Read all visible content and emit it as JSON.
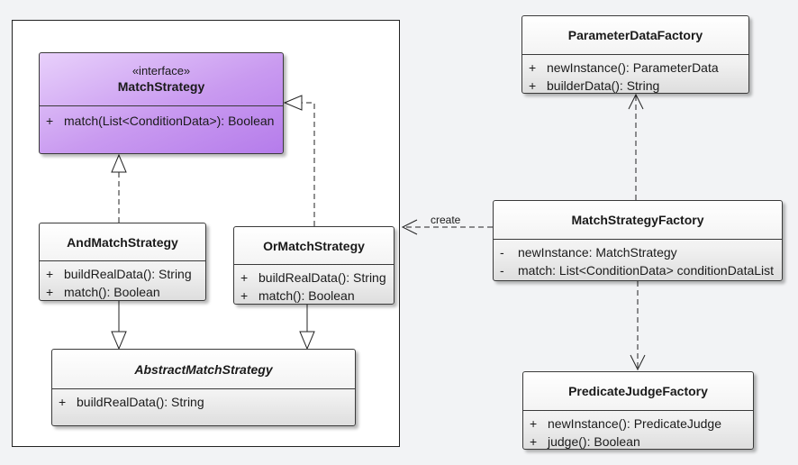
{
  "classes": {
    "match_strategy": {
      "stereotype": "«interface»",
      "name": "MatchStrategy",
      "members": [
        {
          "visibility": "+",
          "signature": "match(List<ConditionData>): Boolean"
        }
      ]
    },
    "and_match_strategy": {
      "name": "AndMatchStrategy",
      "members": [
        {
          "visibility": "+",
          "signature": "buildRealData(): String"
        },
        {
          "visibility": "+",
          "signature": "match(): Boolean"
        }
      ]
    },
    "or_match_strategy": {
      "name": "OrMatchStrategy",
      "members": [
        {
          "visibility": "+",
          "signature": "buildRealData(): String"
        },
        {
          "visibility": "+",
          "signature": "match(): Boolean"
        }
      ]
    },
    "abstract_match_strategy": {
      "name": "AbstractMatchStrategy",
      "members": [
        {
          "visibility": "+",
          "signature": "buildRealData(): String"
        }
      ]
    },
    "parameter_data_factory": {
      "name": "ParameterDataFactory",
      "members": [
        {
          "visibility": "+",
          "signature": "newInstance(): ParameterData"
        },
        {
          "visibility": "+",
          "signature": "builderData(): String"
        }
      ]
    },
    "match_strategy_factory": {
      "name": "MatchStrategyFactory",
      "members": [
        {
          "visibility": "-",
          "signature": "newInstance: MatchStrategy"
        },
        {
          "visibility": "-",
          "signature": "match: List<ConditionData> conditionDataList"
        }
      ]
    },
    "predicate_judge_factory": {
      "name": "PredicateJudgeFactory",
      "members": [
        {
          "visibility": "+",
          "signature": "newInstance(): PredicateJudge"
        },
        {
          "visibility": "+",
          "signature": "judge(): Boolean"
        }
      ]
    }
  },
  "edges": {
    "create_label": "create"
  },
  "colors": {
    "interface_fill": "#c99af0",
    "class_fill": "#f1f1f1",
    "line": "#222222"
  }
}
